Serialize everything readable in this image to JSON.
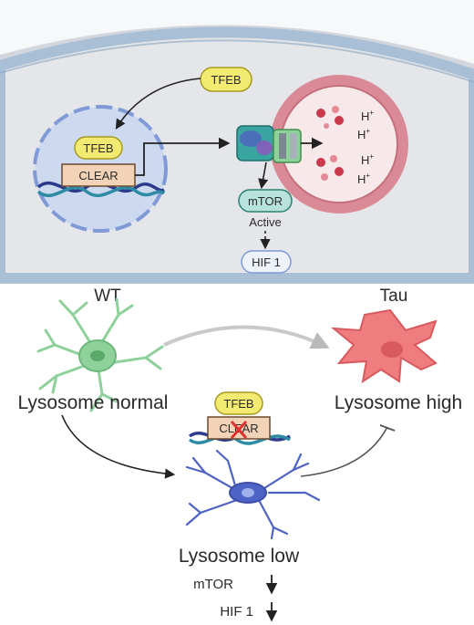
{
  "top_panel": {
    "tfeb_cytoplasm": "TFEB",
    "tfeb_nucleus": "TFEB",
    "clear_element": "CLEAR",
    "mtor_label": "mTOR",
    "mtor_state": "Active",
    "hif1_box": "HIF 1",
    "protons": [
      "H",
      "H",
      "H",
      "H"
    ],
    "proton_charge": "+"
  },
  "bottom_panel": {
    "wt_title": "WT",
    "tau_title": "Tau",
    "wt_caption": "Lysosome normal",
    "tau_caption": "Lysosome high",
    "tfeb_center": "TFEB",
    "clear_center": "CLEAR",
    "low_caption": "Lysosome low",
    "mtor_down": "mTOR",
    "hif1_down": "HIF 1"
  },
  "colors": {
    "cytoplasm": "#e4e6ea",
    "membrane": "#a9bfd6",
    "nucleus": "#cdd9ee",
    "tfeb_fill": "#f3ea72",
    "clear_fill": "#f3d3b8",
    "lysosome_ring": "#d98a96",
    "lysosome_inner": "#f7e8ea",
    "wt_neuron": "#8fd19b",
    "tau_neuron": "#ef7d80",
    "low_neuron": "#4f63c4"
  }
}
